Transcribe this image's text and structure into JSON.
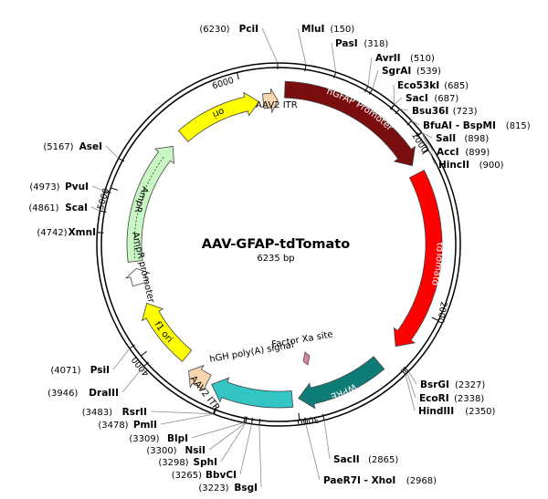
{
  "plasmid": {
    "name": "AAV-GFAP-tdTomato",
    "length_label": "6235 bp",
    "total_bp": 6235
  },
  "ticks": [
    {
      "bp": 1000,
      "label": "1000"
    },
    {
      "bp": 2000,
      "label": "2000"
    },
    {
      "bp": 3000,
      "label": "3000"
    },
    {
      "bp": 4000,
      "label": "4000"
    },
    {
      "bp": 5000,
      "label": "5000"
    },
    {
      "bp": 6000,
      "label": "6000"
    }
  ],
  "features": [
    {
      "id": "hgfap-promoter",
      "label": "hGFAP Promoter",
      "start": 40,
      "end": 1030,
      "color": "#7a0d0d",
      "text_color": "#ffffff",
      "label_inside": true,
      "track": "outer"
    },
    {
      "id": "tdtomato",
      "label": "tdTomato",
      "start": 1090,
      "end": 2270,
      "color": "#ff0000",
      "text_color": "#ffffff",
      "label_inside": true,
      "track": "outer"
    },
    {
      "id": "wpre",
      "label": "WPRE",
      "start": 2420,
      "end": 2990,
      "color": "#0e7d78",
      "text_color": "#ffffff",
      "label_inside": true,
      "track": "outer"
    },
    {
      "id": "hgh-polya",
      "label": "hGH poly(A) signal",
      "start": 3030,
      "end": 3560,
      "color": "#33c4c4",
      "text_color": "#000000",
      "label_inside": false,
      "track": "outer"
    },
    {
      "id": "aav2-itr-left",
      "label": "AAV2 ITR",
      "start": 3590,
      "end": 3730,
      "color": "#f9d5b0",
      "text_color": "#000000",
      "label_inside": false,
      "track": "outer"
    },
    {
      "id": "f1-ori",
      "label": "f1 ori",
      "start": 3800,
      "end": 4260,
      "color": "#ffff00",
      "text_color": "#000000",
      "label_inside": true,
      "track": "inner"
    },
    {
      "id": "ampr-promoter",
      "label": "AmpR promoter",
      "start": 4400,
      "end": 4510,
      "color": "#ffffff",
      "text_color": "#000000",
      "label_inside": false,
      "track": "inner"
    },
    {
      "id": "ampr",
      "label": "AmpR",
      "start": 4560,
      "end": 5420,
      "color": "#c9f7c4",
      "text_color": "#000000",
      "label_inside": true,
      "track": "inner"
    },
    {
      "id": "ori",
      "label": "ori",
      "start": 5520,
      "end": 6100,
      "color": "#ffff00",
      "text_color": "#000000",
      "label_inside": true,
      "track": "inner"
    },
    {
      "id": "aav2-itr-right",
      "label": "AAV2 ITR",
      "start": 6130,
      "end": 6230,
      "color": "#f9d5b0",
      "text_color": "#000000",
      "label_inside": false,
      "track": "inner"
    }
  ],
  "sites": [
    {
      "name": "PciI",
      "pos": "(6230)",
      "side": "left"
    },
    {
      "name": "MluI",
      "pos": "(150)",
      "side": "right"
    },
    {
      "name": "PasI",
      "pos": "(318)",
      "side": "right"
    },
    {
      "name": "AvrII",
      "pos": "(510)",
      "side": "right"
    },
    {
      "name": "SgrAI",
      "pos": "(539)",
      "side": "right"
    },
    {
      "name": "Eco53kI",
      "pos": "(685)",
      "side": "right"
    },
    {
      "name": "SacI",
      "pos": "(687)",
      "side": "right"
    },
    {
      "name": "Bsu36I",
      "pos": "(723)",
      "side": "right"
    },
    {
      "name": "BfuAI - BspMI",
      "pos": "(815)",
      "side": "right"
    },
    {
      "name": "SalI",
      "pos": "(898)",
      "side": "right"
    },
    {
      "name": "AccI",
      "pos": "(899)",
      "side": "right"
    },
    {
      "name": "HincII",
      "pos": "(900)",
      "side": "right"
    },
    {
      "name": "BsrGI",
      "pos": "(2327)",
      "side": "right"
    },
    {
      "name": "EcoRI",
      "pos": "(2338)",
      "side": "right"
    },
    {
      "name": "HindIII",
      "pos": "(2350)",
      "side": "right"
    },
    {
      "name": "SacII",
      "pos": "(2865)",
      "side": "right"
    },
    {
      "name": "PaeR7I - XhoI",
      "pos": "(2968)",
      "side": "right"
    },
    {
      "name": "BsgI",
      "pos": "(3223)",
      "side": "left"
    },
    {
      "name": "BbvCI",
      "pos": "(3265)",
      "side": "left"
    },
    {
      "name": "SphI",
      "pos": "(3298)",
      "side": "left"
    },
    {
      "name": "NsiI",
      "pos": "(3300)",
      "side": "left"
    },
    {
      "name": "BlpI",
      "pos": "(3309)",
      "side": "left"
    },
    {
      "name": "PmlI",
      "pos": "(3478)",
      "side": "left"
    },
    {
      "name": "RsrII",
      "pos": "(3483)",
      "side": "left"
    },
    {
      "name": "DraIII",
      "pos": "(3946)",
      "side": "left"
    },
    {
      "name": "PsiI",
      "pos": "(4071)",
      "side": "left"
    },
    {
      "name": "XmnI",
      "pos": "(4742)",
      "side": "left"
    },
    {
      "name": "ScaI",
      "pos": "(4861)",
      "side": "left"
    },
    {
      "name": "PvuI",
      "pos": "(4973)",
      "side": "left"
    },
    {
      "name": "AseI",
      "pos": "(5167)",
      "side": "left"
    }
  ],
  "annotations": {
    "factor_xa": "Factor Xa site"
  }
}
